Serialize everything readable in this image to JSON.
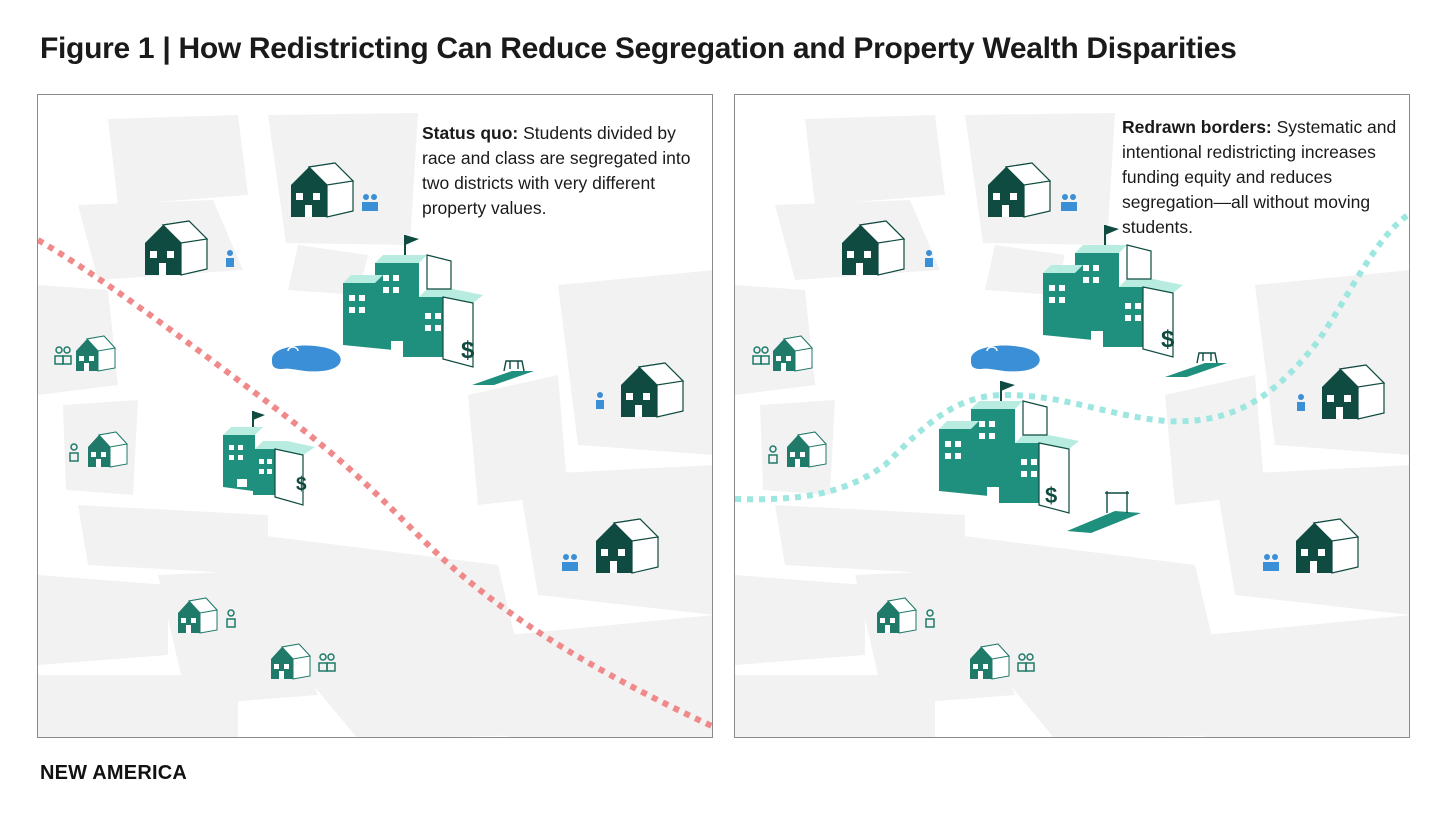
{
  "title": "Figure 1 | How Redistricting Can Reduce Segregation and Property Wealth Disparities",
  "panels": {
    "left": {
      "heading": "Status quo:",
      "body": " Students divided by race and class are segregated into two districts with very different property values."
    },
    "right": {
      "heading": "Redrawn borders:",
      "body": " Systematic and intentional redistricting increases funding equity and reduces segregation—all without moving students."
    }
  },
  "school_labels": {
    "dollar": "$"
  },
  "footer": "NEW AMERICA",
  "colors": {
    "dark_green": "#0f4b40",
    "teal": "#1f8f7e",
    "teal_light": "#b8ece0",
    "pink_border": "#f08a8a",
    "cyan_border": "#9ee6e0",
    "blue": "#3b8fd6",
    "block": "#f2f2f2"
  }
}
